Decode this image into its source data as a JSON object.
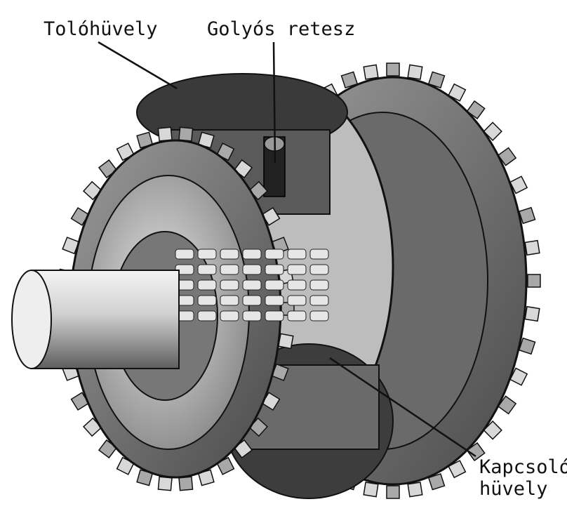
{
  "labels": {
    "tolohuvely": "Tolóhüvely",
    "golyos_retesz": "Golyós retesz",
    "kapcsolohuvely_line1": "Kapcsoló-",
    "kapcsolohuvely_line2": "hüvely"
  },
  "colors": {
    "ink": "#111111",
    "paper": "#ffffff",
    "dark_metal": "#3a3a3a",
    "mid_metal": "#8c8c8c",
    "light_metal": "#d4d4d4"
  }
}
